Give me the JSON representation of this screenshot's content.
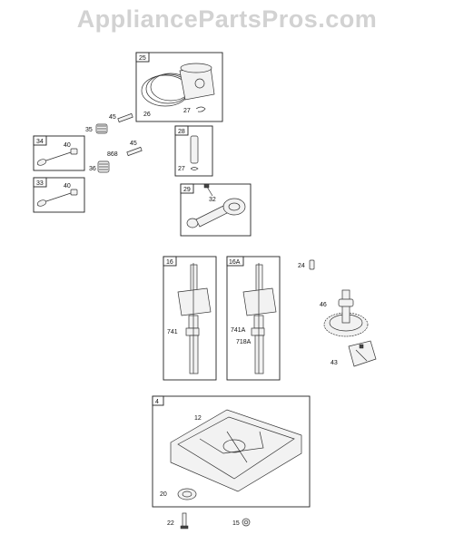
{
  "watermark": "AppliancePartsPros.com",
  "boxes": [
    {
      "tag": "25"
    },
    {
      "tag": "34"
    },
    {
      "tag": "33"
    },
    {
      "tag": "28"
    },
    {
      "tag": "29"
    },
    {
      "tag": "16"
    },
    {
      "tag": "16A"
    },
    {
      "tag": "4"
    }
  ],
  "labels": {
    "l26": "26",
    "l27a": "27",
    "l35": "35",
    "l45a": "45",
    "l40a": "40",
    "l868": "868",
    "l45b": "45",
    "l36": "36",
    "l40b": "40",
    "l27b": "27",
    "l32": "32",
    "l741": "741",
    "l741A": "741A",
    "l718A": "718A",
    "l24": "24",
    "l46": "46",
    "l43": "43",
    "l12": "12",
    "l20": "20",
    "l22": "22",
    "l15": "15"
  }
}
